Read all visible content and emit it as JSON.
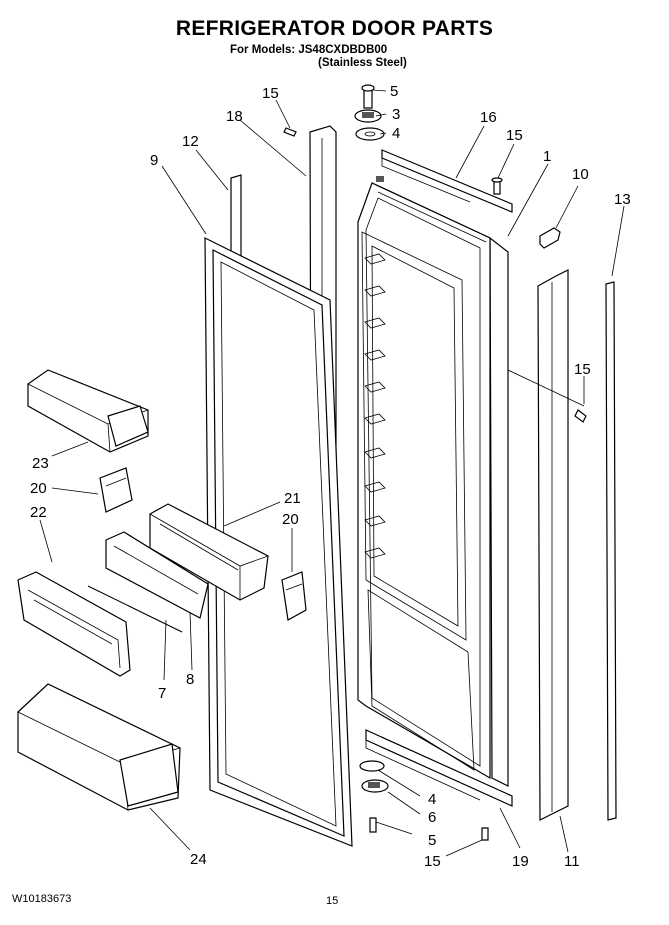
{
  "header": {
    "title": "REFRIGERATOR DOOR PARTS",
    "models_line": "For Models: JS48CXDBDB00",
    "finish_line": "(Stainless Steel)"
  },
  "footer": {
    "document_number": "W10183673",
    "page_number": "15"
  },
  "callouts": {
    "c5_top": "5",
    "c3": "3",
    "c4_top": "4",
    "c15_a": "15",
    "c18": "18",
    "c16": "16",
    "c15_b": "15",
    "c1": "1",
    "c10": "10",
    "c13": "13",
    "c12": "12",
    "c9": "9",
    "c15_c": "15",
    "c23": "23",
    "c20_a": "20",
    "c21": "21",
    "c22": "22",
    "c20_b": "20",
    "c7": "7",
    "c8": "8",
    "c4_bottom": "4",
    "c6": "6",
    "c5_bottom": "5",
    "c15_d": "15",
    "c19": "19",
    "c11": "11",
    "c24": "24"
  }
}
